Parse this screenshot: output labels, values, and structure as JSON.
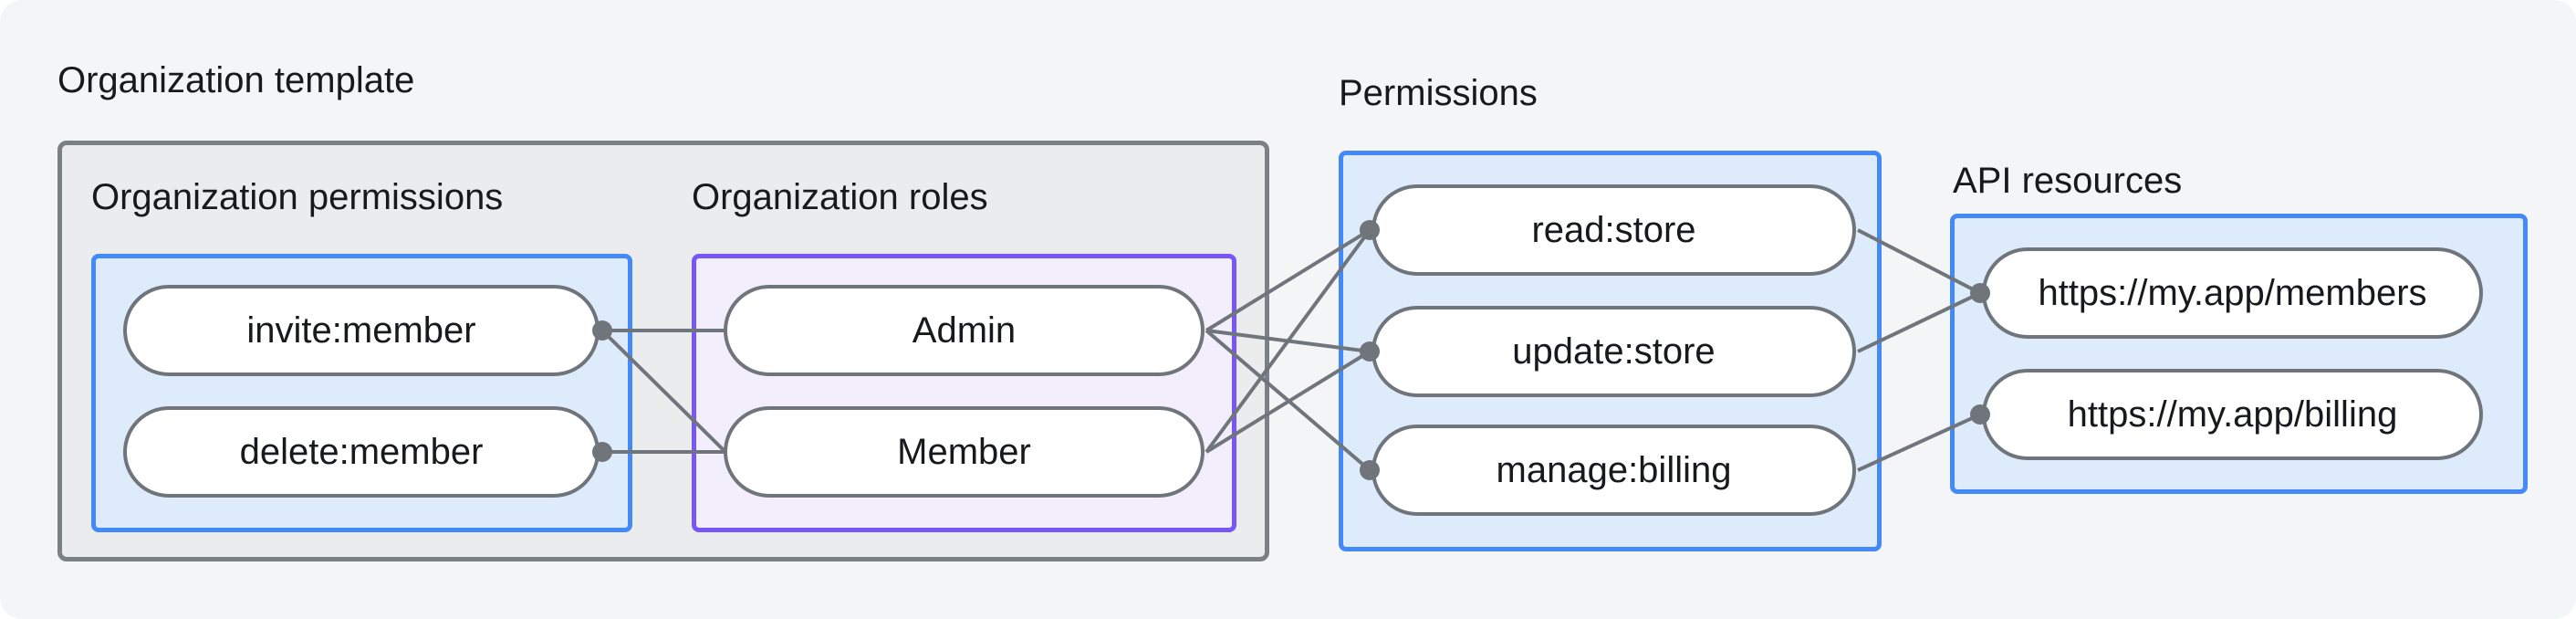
{
  "labels": {
    "org_template": "Organization template",
    "org_permissions": "Organization permissions",
    "org_roles": "Organization roles",
    "permissions": "Permissions",
    "api_resources": "API resources"
  },
  "nodes": {
    "invite_member": {
      "label": "invite:member",
      "group": "org_permissions"
    },
    "delete_member": {
      "label": "delete:member",
      "group": "org_permissions"
    },
    "admin": {
      "label": "Admin",
      "group": "org_roles"
    },
    "member": {
      "label": "Member",
      "group": "org_roles"
    },
    "read_store": {
      "label": "read:store",
      "group": "permissions"
    },
    "update_store": {
      "label": "update:store",
      "group": "permissions"
    },
    "manage_billing": {
      "label": "manage:billing",
      "group": "permissions"
    },
    "api_members": {
      "label": "https://my.app/members",
      "group": "api_resources"
    },
    "api_billing": {
      "label": "https://my.app/billing",
      "group": "api_resources"
    }
  },
  "edges": [
    {
      "from": "invite_member",
      "to": "admin"
    },
    {
      "from": "invite_member",
      "to": "member"
    },
    {
      "from": "delete_member",
      "to": "member"
    },
    {
      "from": "admin",
      "to": "read_store"
    },
    {
      "from": "admin",
      "to": "update_store"
    },
    {
      "from": "admin",
      "to": "manage_billing"
    },
    {
      "from": "member",
      "to": "read_store"
    },
    {
      "from": "member",
      "to": "update_store"
    },
    {
      "from": "read_store",
      "to": "api_members"
    },
    {
      "from": "update_store",
      "to": "api_members"
    },
    {
      "from": "manage_billing",
      "to": "api_billing"
    }
  ],
  "colors": {
    "background": "#f4f5f6",
    "gray_box_fill": "#ebeced",
    "gray_box_border": "#7b8086",
    "blue_box_fill": "#deebfa",
    "blue_box_border": "#4489f8",
    "purple_box_fill": "#f3eefb",
    "purple_box_border": "#7857f8",
    "pill_fill": "#ffffff",
    "pill_border": "#6f757b",
    "connector": "#6f757b",
    "text": "#17191d"
  }
}
